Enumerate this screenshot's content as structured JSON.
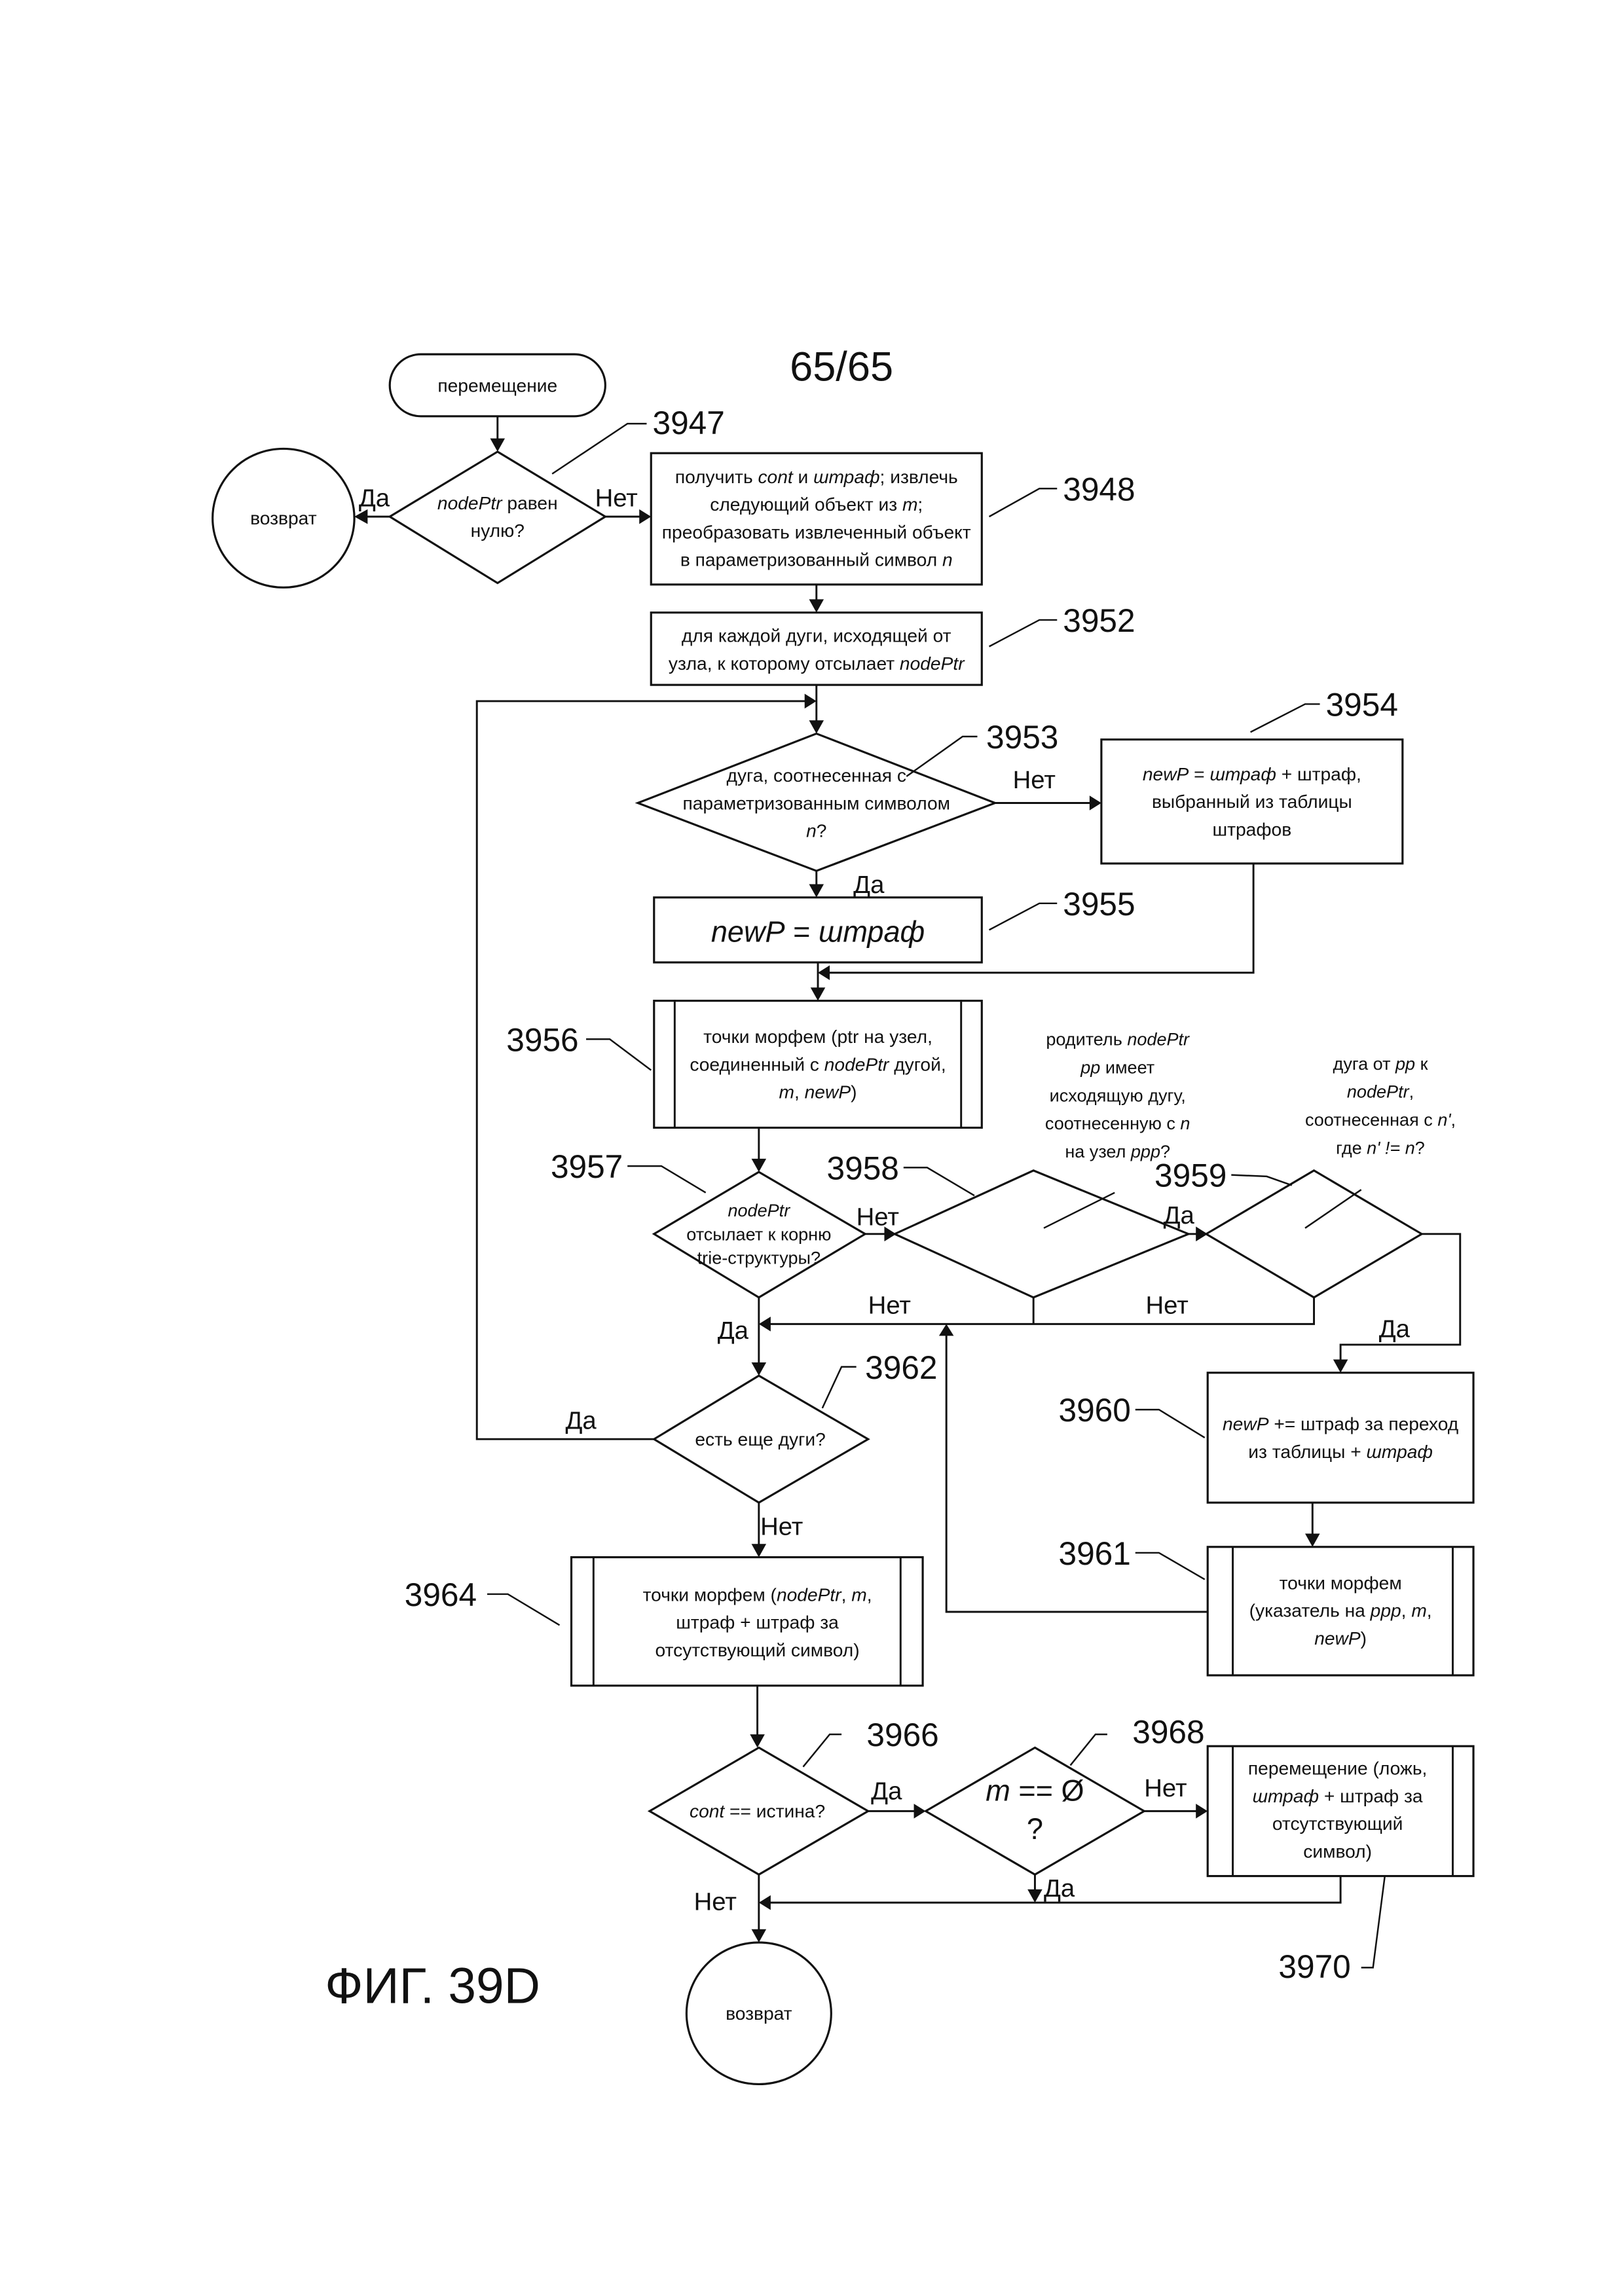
{
  "page_number": "65/65",
  "figure_caption": "ФИГ. 39D",
  "nodes": {
    "start": {
      "ref": "",
      "lines": [
        [
          {
            "t": "перемещение"
          }
        ]
      ]
    },
    "return_top": {
      "ref": "",
      "lines": [
        [
          {
            "t": "возврат"
          }
        ]
      ]
    },
    "d3947": {
      "ref": "3947",
      "lines": [
        [
          {
            "t": "nodePtr",
            "i": true
          },
          {
            "t": " равен"
          }
        ],
        [
          {
            "t": "нулю?"
          }
        ]
      ]
    },
    "b3948": {
      "ref": "3948",
      "lines": [
        [
          {
            "t": "получить "
          },
          {
            "t": "cont",
            "i": true
          },
          {
            "t": " и "
          },
          {
            "t": "штраф",
            "i": true
          },
          {
            "t": "; извлечь"
          }
        ],
        [
          {
            "t": "следующий объект из "
          },
          {
            "t": "m",
            "i": true
          },
          {
            "t": ";"
          }
        ],
        [
          {
            "t": "преобразовать извлеченный объект"
          }
        ],
        [
          {
            "t": "в параметризованный символ "
          },
          {
            "t": "n",
            "i": true
          }
        ]
      ]
    },
    "b3952": {
      "ref": "3952",
      "lines": [
        [
          {
            "t": "для каждой дуги, исходящей от"
          }
        ],
        [
          {
            "t": "узла, к которому отсылает "
          },
          {
            "t": "nodePtr",
            "i": true
          }
        ]
      ]
    },
    "d3953": {
      "ref": "3953",
      "lines": [
        [
          {
            "t": "дуга, соотнесенная с"
          }
        ],
        [
          {
            "t": "параметризованным символом"
          }
        ],
        [
          {
            "t": "n",
            "i": true
          },
          {
            "t": "?"
          }
        ]
      ]
    },
    "b3954": {
      "ref": "3954",
      "lines": [
        [
          {
            "t": "newP",
            "i": true
          },
          {
            "t": " = "
          },
          {
            "t": "штраф",
            "i": true
          },
          {
            "t": " + штраф,"
          }
        ],
        [
          {
            "t": "выбранный из таблицы"
          }
        ],
        [
          {
            "t": "штрафов"
          }
        ]
      ]
    },
    "b3955": {
      "ref": "3955",
      "lines": [
        [
          {
            "t": "newP",
            "i": true
          },
          {
            "t": " = "
          },
          {
            "t": "штраф",
            "i": true
          }
        ]
      ]
    },
    "p3956": {
      "ref": "3956",
      "lines": [
        [
          {
            "t": "точки морфем (ptr на узел,"
          }
        ],
        [
          {
            "t": "соединенный с "
          },
          {
            "t": "nodePtr",
            "i": true
          },
          {
            "t": " дугой,"
          }
        ],
        [
          {
            "t": "m",
            "i": true
          },
          {
            "t": ", "
          },
          {
            "t": "newP",
            "i": true
          },
          {
            "t": ")"
          }
        ]
      ]
    },
    "d3957": {
      "ref": "3957",
      "lines": [
        [
          {
            "t": "nodePtr",
            "i": true
          }
        ],
        [
          {
            "t": "отсылает к корню"
          }
        ],
        [
          {
            "t": "trie-структуры?"
          }
        ]
      ]
    },
    "d3958": {
      "ref": "3958",
      "lines": [
        [
          {
            "t": "родитель "
          },
          {
            "t": "nodePtr",
            "i": true
          }
        ],
        [
          {
            "t": "pp",
            "i": true
          },
          {
            "t": " имеет"
          }
        ],
        [
          {
            "t": "исходящую дугу,"
          }
        ],
        [
          {
            "t": "соотнесенную с "
          },
          {
            "t": "n",
            "i": true
          }
        ],
        [
          {
            "t": "на узел "
          },
          {
            "t": "ppp",
            "i": true
          },
          {
            "t": "?"
          }
        ]
      ]
    },
    "d3959": {
      "ref": "3959",
      "lines": [
        [
          {
            "t": "дуга от "
          },
          {
            "t": "pp",
            "i": true
          },
          {
            "t": " к"
          }
        ],
        [
          {
            "t": "nodePtr",
            "i": true
          },
          {
            "t": ","
          }
        ],
        [
          {
            "t": "соотнесенная с "
          },
          {
            "t": "n'",
            "i": true
          },
          {
            "t": ","
          }
        ],
        [
          {
            "t": "где "
          },
          {
            "t": "n' != n",
            "i": true
          },
          {
            "t": "?"
          }
        ]
      ]
    },
    "b3960": {
      "ref": "3960",
      "lines": [
        [
          {
            "t": "newP",
            "i": true
          },
          {
            "t": " += штраф за переход"
          }
        ],
        [
          {
            "t": "из таблицы + "
          },
          {
            "t": "штраф",
            "i": true
          }
        ]
      ]
    },
    "p3961": {
      "ref": "3961",
      "lines": [
        [
          {
            "t": "точки морфем"
          }
        ],
        [
          {
            "t": "(указатель на "
          },
          {
            "t": "ppp",
            "i": true
          },
          {
            "t": ", "
          },
          {
            "t": "m",
            "i": true
          },
          {
            "t": ","
          }
        ],
        [
          {
            "t": "newP",
            "i": true
          },
          {
            "t": ")"
          }
        ]
      ]
    },
    "d3962": {
      "ref": "3962",
      "lines": [
        [
          {
            "t": "есть еще дуги?"
          }
        ]
      ]
    },
    "p3964": {
      "ref": "3964",
      "lines": [
        [
          {
            "t": "точки морфем ("
          },
          {
            "t": "nodePtr",
            "i": true
          },
          {
            "t": ", "
          },
          {
            "t": "m",
            "i": true
          },
          {
            "t": ","
          }
        ],
        [
          {
            "t": "штраф + штраф за"
          }
        ],
        [
          {
            "t": "отсутствующий символ)"
          }
        ]
      ]
    },
    "d3966": {
      "ref": "3966",
      "lines": [
        [
          {
            "t": "cont",
            "i": true
          },
          {
            "t": " == истина?"
          }
        ]
      ]
    },
    "d3968": {
      "ref": "3968",
      "lines": [
        [
          {
            "t": "m",
            "i": true
          },
          {
            "t": " == Ø"
          }
        ],
        [
          {
            "t": "?"
          }
        ]
      ]
    },
    "p3970": {
      "ref": "3970",
      "lines": [
        [
          {
            "t": "перемещение (ложь,"
          }
        ],
        [
          {
            "t": "штраф",
            "i": true
          },
          {
            "t": " + штраф за"
          }
        ],
        [
          {
            "t": "отсутствующий"
          }
        ],
        [
          {
            "t": "символ)"
          }
        ]
      ]
    },
    "return_bottom": {
      "ref": "",
      "lines": [
        [
          {
            "t": "возврат"
          }
        ]
      ]
    }
  },
  "edge_labels": {
    "yes": "Да",
    "no": "Нет"
  }
}
